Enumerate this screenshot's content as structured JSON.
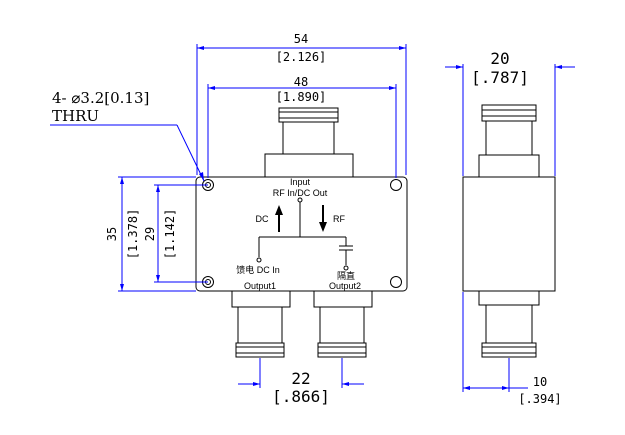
{
  "dimensions": {
    "overall_width_mm": "54",
    "overall_width_in": "[2.126]",
    "hole_spacing_mm": "48",
    "hole_spacing_in": "[1.890]",
    "side_width_mm": "20",
    "side_width_in": "[.787]",
    "height_mm": "35",
    "height_in": "[1.378]",
    "hole_height_mm": "29",
    "hole_height_in": "[1.142]",
    "output_spacing_mm": "22",
    "output_spacing_in": "[.866]",
    "side_offset_mm": "10",
    "side_offset_in": "[.394]"
  },
  "callout": {
    "line1": "4- ⌀3.2[0.13]",
    "line2": "THRU"
  },
  "labels": {
    "input": "Input",
    "rf_dc_out": "RF In/DC Out",
    "dc": "DC",
    "rf": "RF",
    "dc_in": "馈电 DC In",
    "output1": "Output1",
    "output2": "Output2",
    "isolation": "隔直"
  }
}
